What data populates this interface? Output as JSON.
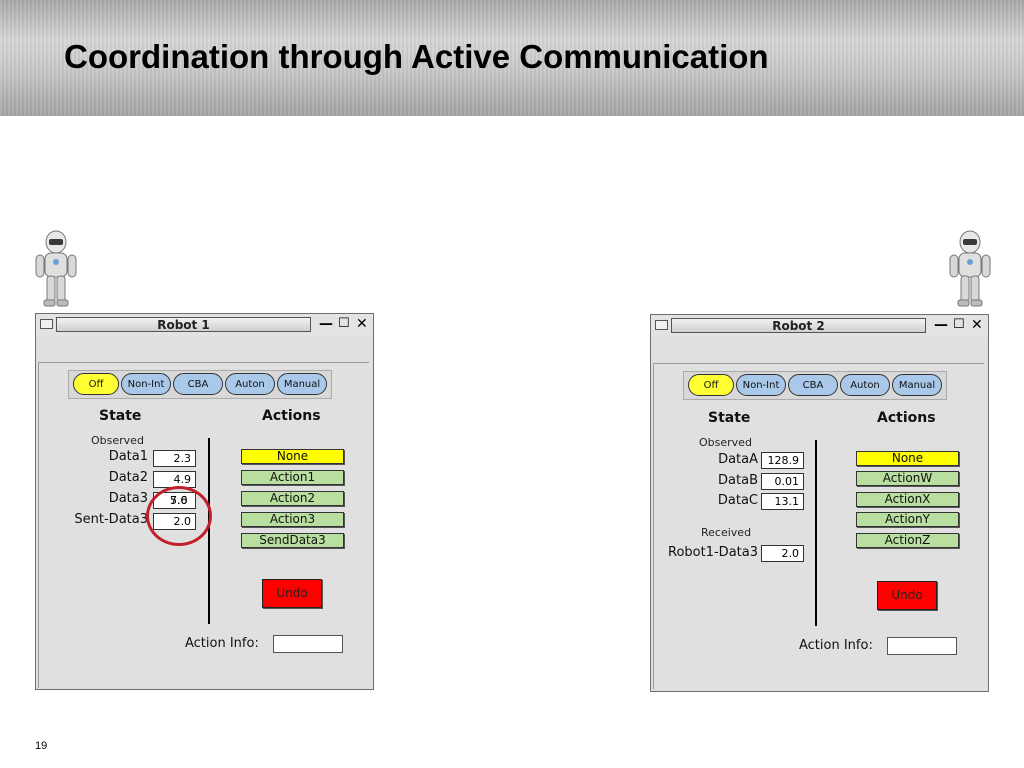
{
  "slide": {
    "title": "Coordination through Active Communication",
    "page_number": "19"
  },
  "colors": {
    "mode_active": "#ffff33",
    "mode_inactive": "#a9c8ea",
    "action_button": "#b8dfa0",
    "action_selected": "#ffff00",
    "undo": "#ff0000",
    "highlight_circle": "#c0202a"
  },
  "icons": {
    "robot": "humanoid-robot-icon"
  },
  "robot1": {
    "title": "Robot 1",
    "controls": {
      "minimize": "—",
      "maximize": "☐",
      "close": "✕"
    },
    "modes": [
      "Off",
      "Non-Int",
      "CBA",
      "Auton",
      "Manual"
    ],
    "active_mode": "Off",
    "state_heading": "State",
    "actions_heading": "Actions",
    "observed_label": "Observed",
    "data": [
      {
        "label": "Data1",
        "value": "2.3"
      },
      {
        "label": "Data2",
        "value": "4.9"
      },
      {
        "label": "Data3",
        "value": "5.0"
      },
      {
        "label": "Sent-Data3",
        "value": "2.0"
      }
    ],
    "data3_overlapping_value": "7.6",
    "actions": [
      "None",
      "Action1",
      "Action2",
      "Action3",
      "SendData3"
    ],
    "selected_action": "None",
    "undo_label": "Undo",
    "action_info_label": "Action Info:",
    "action_info_value": ""
  },
  "robot2": {
    "title": "Robot 2",
    "controls": {
      "minimize": "—",
      "maximize": "☐",
      "close": "✕"
    },
    "modes": [
      "Off",
      "Non-Int",
      "CBA",
      "Auton",
      "Manual"
    ],
    "active_mode": "Off",
    "state_heading": "State",
    "actions_heading": "Actions",
    "observed_label": "Observed",
    "data": [
      {
        "label": "DataA",
        "value": "128.9"
      },
      {
        "label": "DataB",
        "value": "0.01"
      },
      {
        "label": "DataC",
        "value": "13.1"
      }
    ],
    "received_label": "Received",
    "received": [
      {
        "label": "Robot1-Data3",
        "value": "2.0"
      }
    ],
    "actions": [
      "None",
      "ActionW",
      "ActionX",
      "ActionY",
      "ActionZ"
    ],
    "selected_action": "None",
    "undo_label": "Undo",
    "action_info_label": "Action Info:",
    "action_info_value": ""
  }
}
